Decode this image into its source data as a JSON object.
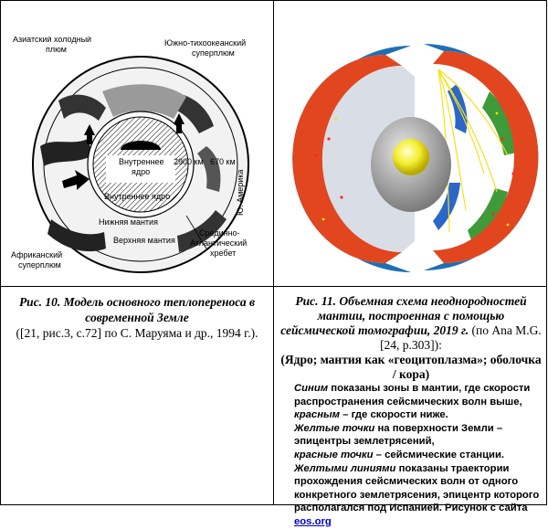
{
  "left_figure": {
    "labels": {
      "asian_plume": [
        "Азиатский холодный",
        "плюм"
      ],
      "south_pacific": [
        "Южно-тихоокеанский",
        "суперплюм"
      ],
      "inner_core": [
        "Внутреннее",
        "ядро"
      ],
      "outer_core": "Внутреннее ядро",
      "depth_2900": "2900 км",
      "depth_670": "670 км",
      "north_america": "Ю. Америка",
      "lower_mantle": "Нижняя мантия",
      "upper_mantle": "Верхняя мантия",
      "african": [
        "Африканский",
        "суперплюм"
      ],
      "ridge": [
        "Срединно-",
        "Атлантический",
        "хребет"
      ]
    }
  },
  "captions": {
    "left": {
      "title": "Рис. 10. Модель основного теплопереноса в современной Земле",
      "source": "([21, рис.3, с.72] по С. Маруяма и др., 1994 г.)."
    },
    "right": {
      "title": "Рис. 11. Объемная схема неоднородностей мантии, построенная с помощью сейсмической томографии, 2019 г.",
      "source": " (по Ana M.G. [24, p.303]):",
      "subtitle": "(Ядро; мантия как «геоцитоплазма»; оболочка / кора)",
      "blue_em": "Синим",
      "blue_text": " показаны зоны в мантии, где скорости распространения сейсмических волн выше, ",
      "red_em": "красным",
      "red_text": " – где скорости ниже.",
      "yellow_em": "Желтые точки",
      "yellow_text": " на поверхности Земли – эпицентры землетрясений,",
      "redpts_em": "красные точки",
      "redpts_text": " – сейсмические станции.",
      "lines_em": "Желтыми линиями",
      "lines_text": " показаны траектории прохождения сейсмических волн от одного конкретного землетрясения, эпицентр которого располагался под Испанией. Рисунок с сайта ",
      "link": "eos.org"
    }
  },
  "colors": {
    "ocean": "#1f6fb4",
    "land": "#3f9a3a",
    "mantle_red": "#e2461f",
    "mantle_blue": "#2a67c9",
    "core": "#f3ef30",
    "link": "#0000cc"
  }
}
